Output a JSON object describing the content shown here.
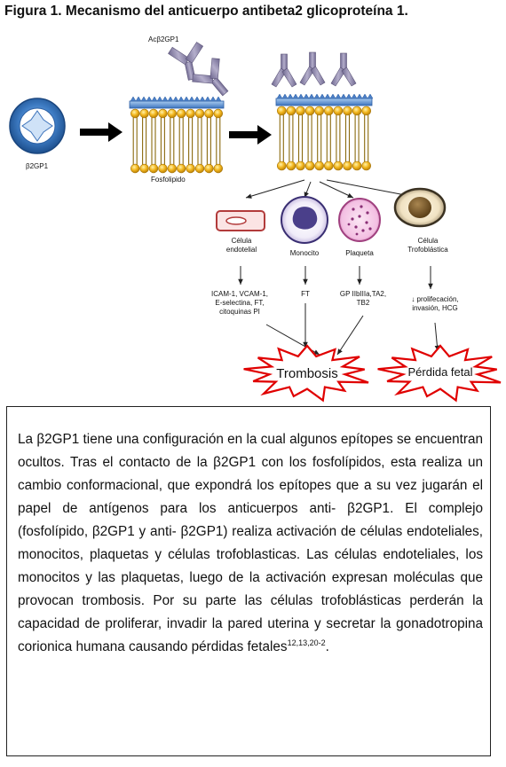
{
  "title": "Figura 1. Mecanismo del anticuerpo antibeta2 glicoproteína 1.",
  "diagram": {
    "antibody_label": "Acβ2GP1",
    "protein_label": "β2GP1",
    "phospholipid_label": "Fosfolipido",
    "cells": {
      "endothelial": "Célula\nendotelial",
      "monocyte": "Monocito",
      "platelet": "Plaqueta",
      "trophoblast": "Célula\nTrofoblástica"
    },
    "effects": {
      "endothelial": "ICAM-1,  VCAM-1,\nE-selectina, FT,\ncitoquinas PI",
      "monocyte": "FT",
      "platelet": "GP IIbIIIa,TA2,\nTB2",
      "trophoblast": "↓ prolifecación,\ninvasión, HCG"
    },
    "outcomes": {
      "thrombosis": "Trombosis",
      "fetal_loss": "Pérdida fetal"
    }
  },
  "caption": {
    "text": "La β2GP1 tiene una configuración en la cual algunos epítopes se encuentran ocultos. Tras el contacto de la β2GP1 con los fosfolípidos, esta realiza un cambio conformacional, que expondrá los epítopes que a su vez jugarán el papel de antígenos para los anticuerpos anti- β2GP1. El complejo (fosfolípido, β2GP1 y anti- β2GP1) realiza activación de células endoteliales, monocitos, plaquetas y células trofoblasticas. Las células endoteliales, los monocitos y las plaquetas, luego de la activación expresan moléculas que provocan trombosis. Por su parte las células trofoblásticas perderán la capacidad de proliferar, invadir la pared uterina y secretar la gonadotropina corionica humana causando pérdidas fetales",
    "refs": "12,13,20-2",
    "end": "."
  }
}
